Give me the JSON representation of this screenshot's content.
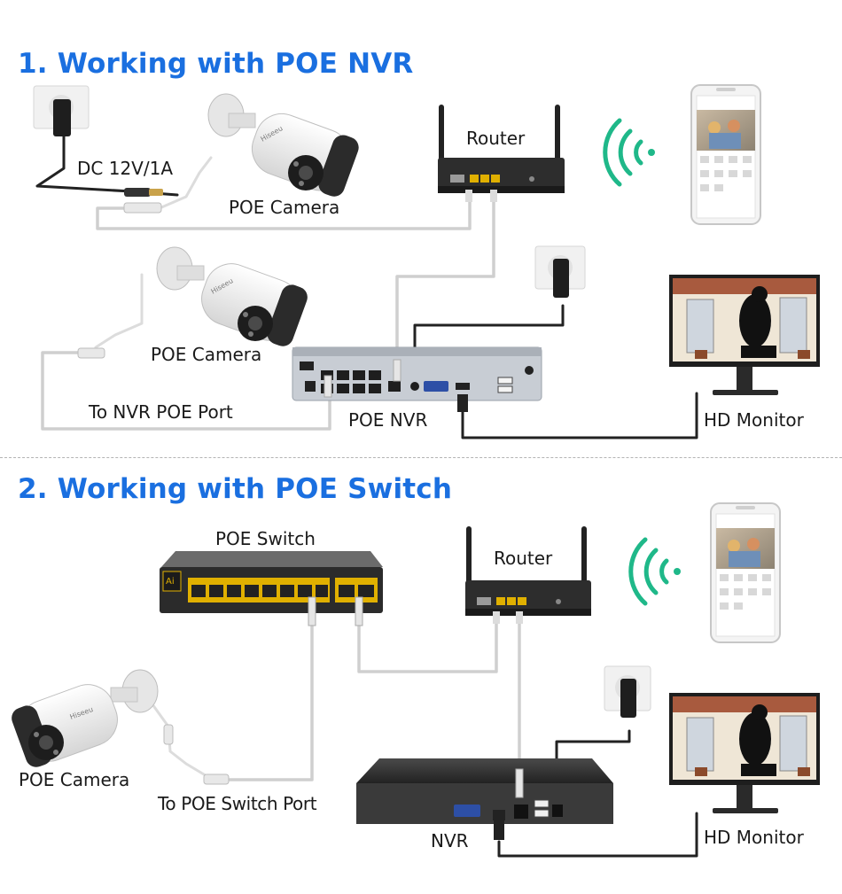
{
  "section1": {
    "title": "1. Working with POE NVR",
    "labels": {
      "power": "DC 12V/1A",
      "camera_top": "POE Camera",
      "camera_mid": "POE Camera",
      "router": "Router",
      "nvr": "POE NVR",
      "to_nvr_port": "To NVR POE Port",
      "monitor": "HD Monitor"
    }
  },
  "section2": {
    "title": "2. Working with POE Switch",
    "labels": {
      "switch": "POE Switch",
      "router": "Router",
      "camera": "POE Camera",
      "to_switch_port": "To POE Switch Port",
      "nvr": "NVR",
      "monitor": "HD Monitor"
    }
  },
  "icons": {
    "wifi": "wifi-signal-icon",
    "phone": "smartphone-icon",
    "outlet": "wall-outlet-icon",
    "adapter": "power-adapter-icon",
    "camera": "bullet-camera-icon"
  },
  "colors": {
    "heading": "#1a6fe0",
    "wifi": "#1fb889",
    "cable_gray": "#cfcfcf",
    "cable_black": "#222222",
    "device_dark": "#2a2a2a"
  }
}
